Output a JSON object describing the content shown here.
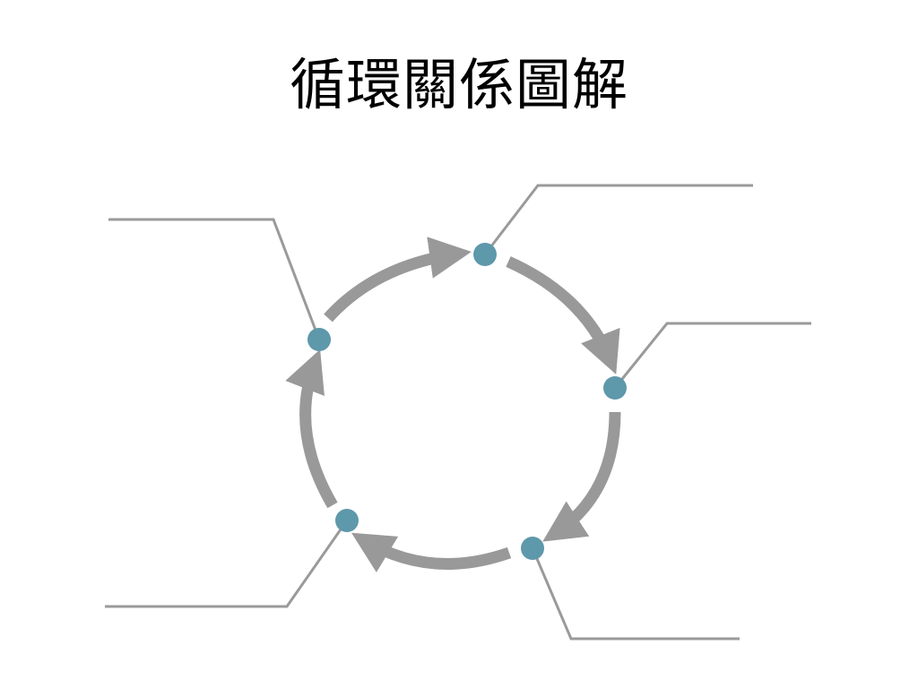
{
  "slide": {
    "title": "循環關係圖解"
  },
  "diagram": {
    "type": "cycle",
    "node_count": 5,
    "arrow_direction": "clockwise",
    "callout_labels": [
      "",
      "",
      "",
      "",
      ""
    ]
  },
  "colors": {
    "node": "#5e98ab",
    "arrow": "#999999",
    "callout_line": "#9a9a9a",
    "title": "#000000",
    "background": "#ffffff"
  }
}
